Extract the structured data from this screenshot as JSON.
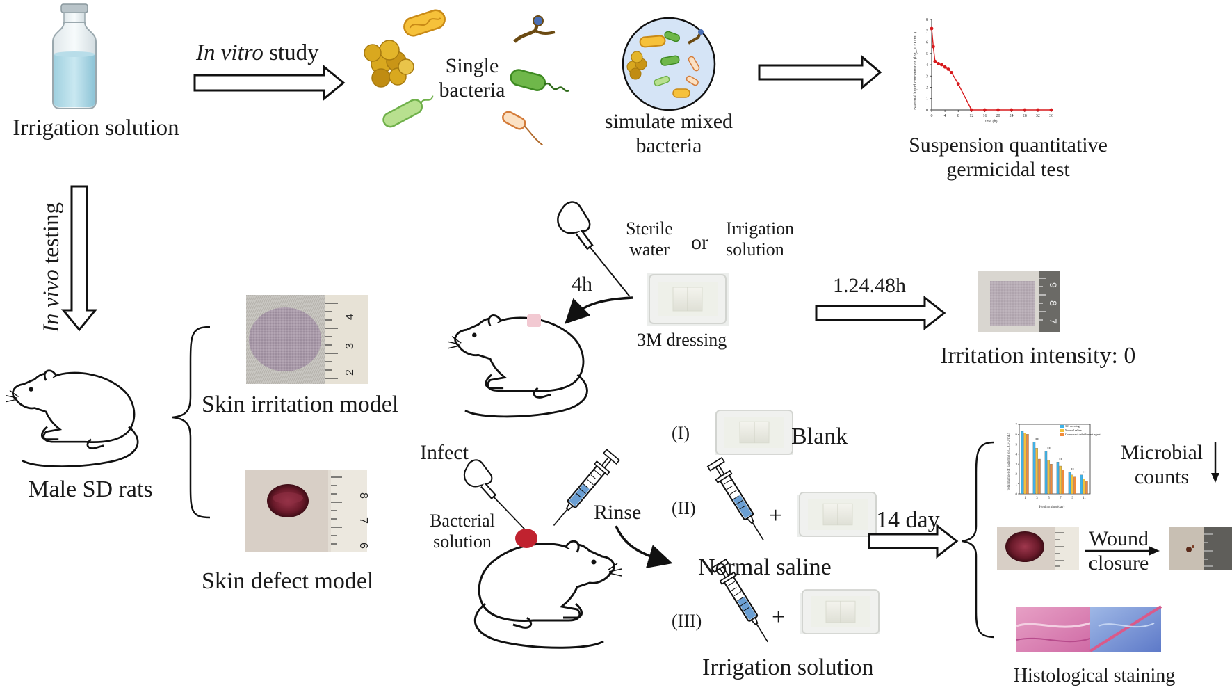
{
  "figure": {
    "source_bottle_label": "Irrigation solution",
    "in_vitro_arrow": {
      "italic": "In vitro",
      "rest": " study"
    },
    "in_vivo_arrow": {
      "italic": "In vivo",
      "rest": " testing"
    },
    "single_bacteria": [
      "Single",
      "bacteria"
    ],
    "mixed_bacteria": [
      "simulate mixed",
      "bacteria"
    ],
    "suspension_test": [
      "Suspension quantitative",
      "germicidal test"
    ],
    "rats_label": "Male SD rats",
    "skin_irritation_model": "Skin irritation model",
    "skin_defect_model": "Skin defect model",
    "irritation_branch": {
      "sterile_water": [
        "Sterile",
        "water"
      ],
      "or": "or",
      "irrigation_solution": [
        "Irrigation",
        "solution"
      ],
      "duration": "4h",
      "dressing": "3M dressing",
      "timepoints": "1.24.48h",
      "result": "Irritation intensity: 0",
      "ruler_ticks_model": [
        "4",
        "3",
        "2"
      ],
      "ruler_ticks_result": [
        "9",
        "8",
        "7"
      ]
    },
    "defect_branch": {
      "infect": "Infect",
      "bacterial_solution": [
        "Bacterial",
        "solution"
      ],
      "rinse": "Rinse",
      "groups": [
        {
          "roman": "(I)",
          "label": "Blank"
        },
        {
          "roman": "(II)",
          "plus": "+",
          "label": "Normal saline"
        },
        {
          "roman": "(III)",
          "plus": "+",
          "label": "Irrigation solution"
        }
      ],
      "duration": "14 day",
      "ruler_ticks_model": [
        "8",
        "7",
        "6"
      ],
      "microbial_counts": [
        "Microbial",
        "counts"
      ],
      "wound_closure": [
        "Wound",
        "closure"
      ],
      "histology": "Histological staining"
    }
  },
  "chart_data": [
    {
      "type": "line",
      "title": "",
      "xlabel": "Time (h)",
      "ylabel": "Bacterial liquid concentration (log₁₀ CFU/mL)",
      "x": [
        0,
        0.5,
        1,
        2,
        3,
        4,
        5,
        6,
        8,
        12,
        16,
        20,
        24,
        28,
        32,
        36
      ],
      "series": [
        {
          "values": [
            7.2,
            5.6,
            4.3,
            4.1,
            4.0,
            3.8,
            3.6,
            3.3,
            2.3,
            0,
            0,
            0,
            0,
            0,
            0,
            0
          ]
        }
      ],
      "xticks": [
        "0",
        "4",
        "8",
        "12",
        "16",
        "20",
        "24",
        "28",
        "32",
        "36"
      ],
      "yticks": [
        "0",
        "1",
        "2",
        "3",
        "4",
        "5",
        "6",
        "7",
        "8"
      ],
      "xlim": [
        0,
        36
      ],
      "ylim": [
        0,
        8
      ],
      "grid": false,
      "colors": [
        "#d7191c"
      ]
    },
    {
      "type": "bar",
      "title": "",
      "xlabel": "Healing time(day)",
      "ylabel": "Total number of bacteria (log₁₀ CFU/mL)",
      "categories": [
        "1",
        "3",
        "5",
        "7",
        "9",
        "11"
      ],
      "series": [
        {
          "name": "3M dressing",
          "values": [
            6.3,
            5.2,
            4.3,
            3.2,
            2.2,
            1.9
          ]
        },
        {
          "name": "Normal saline",
          "values": [
            6.1,
            4.6,
            3.4,
            2.8,
            1.9,
            1.5
          ]
        },
        {
          "name": "Compound debridement agent",
          "values": [
            6.0,
            3.5,
            3.0,
            2.4,
            1.7,
            1.3
          ]
        }
      ],
      "annotations": [
        "**",
        "**",
        "**",
        "**",
        "**"
      ],
      "yticks": [
        "0",
        "1",
        "2",
        "3",
        "4",
        "5",
        "6",
        "7"
      ],
      "ylim": [
        0,
        7
      ],
      "legend": "top-right",
      "colors": [
        "#3fb3e8",
        "#f2c23a",
        "#f08a3a"
      ]
    }
  ]
}
